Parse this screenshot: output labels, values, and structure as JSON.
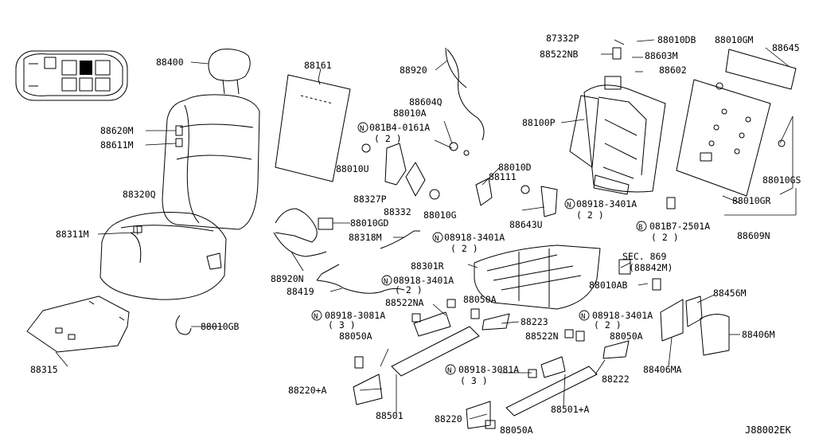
{
  "diagram_id": "J88002EK",
  "callouts": {
    "p88400": "88400",
    "p88161": "88161",
    "p88920": "88920",
    "p87332P": "87332P",
    "p88010DB": "88010DB",
    "p88522NB": "88522NB",
    "p88603M": "88603M",
    "p88010GM": "88010GM",
    "p88645": "88645",
    "p88602": "88602",
    "p88604Q": "88604Q",
    "p88620M": "88620M",
    "p88611M": "88611M",
    "p88010A_1": "88010A",
    "p081B4_0161A": "081B4-0161A",
    "qty_081B4": "( 2 )",
    "p88100P": "88100P",
    "p88010U": "88010U",
    "p88010D": "88010D",
    "p88111": "88111",
    "p88010GS": "88010GS",
    "p88327P": "88327P",
    "p88332": "88332",
    "p88010G": "88010G",
    "p08918_3401A_1": "08918-3401A",
    "qty_08918_1": "( 2 )",
    "p88010GR": "88010GR",
    "p88320Q": "88320Q",
    "p88010GD": "88010GD",
    "p88643U": "88643U",
    "p081B7_2501A": "081B7-2501A",
    "qty_081B7": "( 2 )",
    "p88311M": "88311M",
    "p88318M": "88318M",
    "p08918_3401A_2": "08918-3401A",
    "qty_08918_2": "( 2 )",
    "p88609N": "88609N",
    "p88301R": "88301R",
    "p_sec869": "SEC. 869",
    "p_sec869_sub": "(88842M)",
    "p88920N": "88920N",
    "p08918_3401A_3": "08918-3401A",
    "qty_08918_3": "( 2 )",
    "p88010AB": "88010AB",
    "p88419": "88419",
    "p88522NA": "88522NA",
    "p88050A_1": "88050A",
    "p88456M": "88456M",
    "p08918_3081A_1": "08918-3081A",
    "qty_08918_3081_1": "( 3 )",
    "p08918_3401A_4": "08918-3401A",
    "qty_08918_4": "( 2 )",
    "p88223": "88223",
    "p88010GB": "88010GB",
    "p88050A_2": "88050A",
    "p88522N": "88522N",
    "p88050A_3": "88050A",
    "p88406M": "88406M",
    "p88315": "88315",
    "p08918_3081A_2": "08918-3081A",
    "qty_08918_3081_2": "( 3 )",
    "p88406MA": "88406MA",
    "p88222": "88222",
    "p88220A": "88220+A",
    "p88501": "88501",
    "p88501A": "88501+A",
    "p88220": "88220",
    "p88050A_4": "88050A"
  },
  "symbols": {
    "n_marker": "N",
    "b_marker": "B"
  }
}
